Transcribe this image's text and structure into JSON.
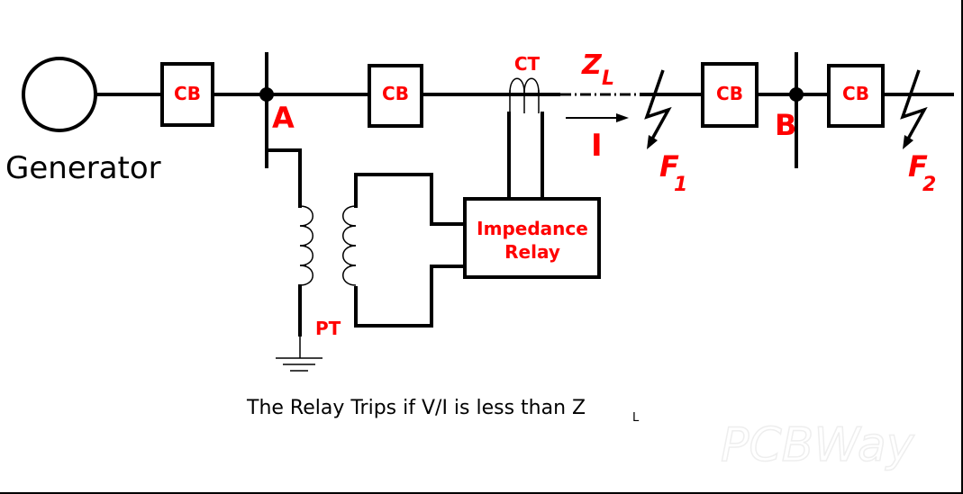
{
  "labels": {
    "generator": "Generator",
    "cb": "CB",
    "bus_a": "A",
    "bus_b": "B",
    "ct": "CT",
    "z": "Z",
    "z_sub": "L",
    "current": "I",
    "f": "F",
    "f1_sub": "1",
    "f2_sub": "2",
    "relay_line1": "Impedance",
    "relay_line2": "Relay",
    "pt": "PT"
  },
  "caption": {
    "text": "The Relay Trips if V/I is less than Z",
    "sub": "L"
  },
  "watermark": "PCBWay",
  "colors": {
    "label": "#ff0000",
    "wire": "#000000"
  }
}
